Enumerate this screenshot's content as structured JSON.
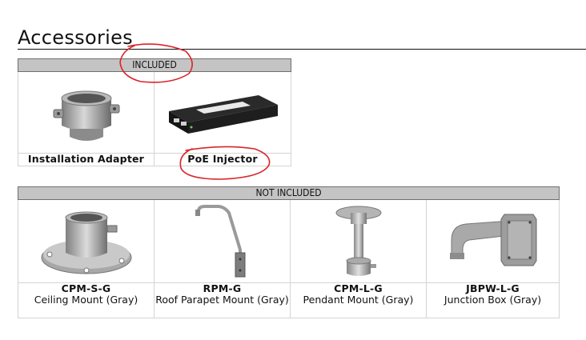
{
  "heading": "Accessories",
  "included": {
    "header": "INCLUDED",
    "items": [
      {
        "name": "Installation Adapter",
        "icon": "installation-adapter-image"
      },
      {
        "name": "PoE Injector",
        "icon": "poe-injector-image"
      }
    ]
  },
  "not_included": {
    "header": "NOT INCLUDED",
    "items": [
      {
        "model": "CPM-S-G",
        "description": "Ceiling Mount (Gray)",
        "icon": "ceiling-mount-image"
      },
      {
        "model": "RPM-G",
        "description": "Roof Parapet Mount (Gray)",
        "icon": "roof-parapet-mount-image"
      },
      {
        "model": "CPM-L-G",
        "description": "Pendant Mount (Gray)",
        "icon": "pendant-mount-image"
      },
      {
        "model": "JBPW-L-G",
        "description": "Junction Box (Gray)",
        "icon": "junction-box-image"
      }
    ]
  },
  "annotation_color": "#d9252a"
}
